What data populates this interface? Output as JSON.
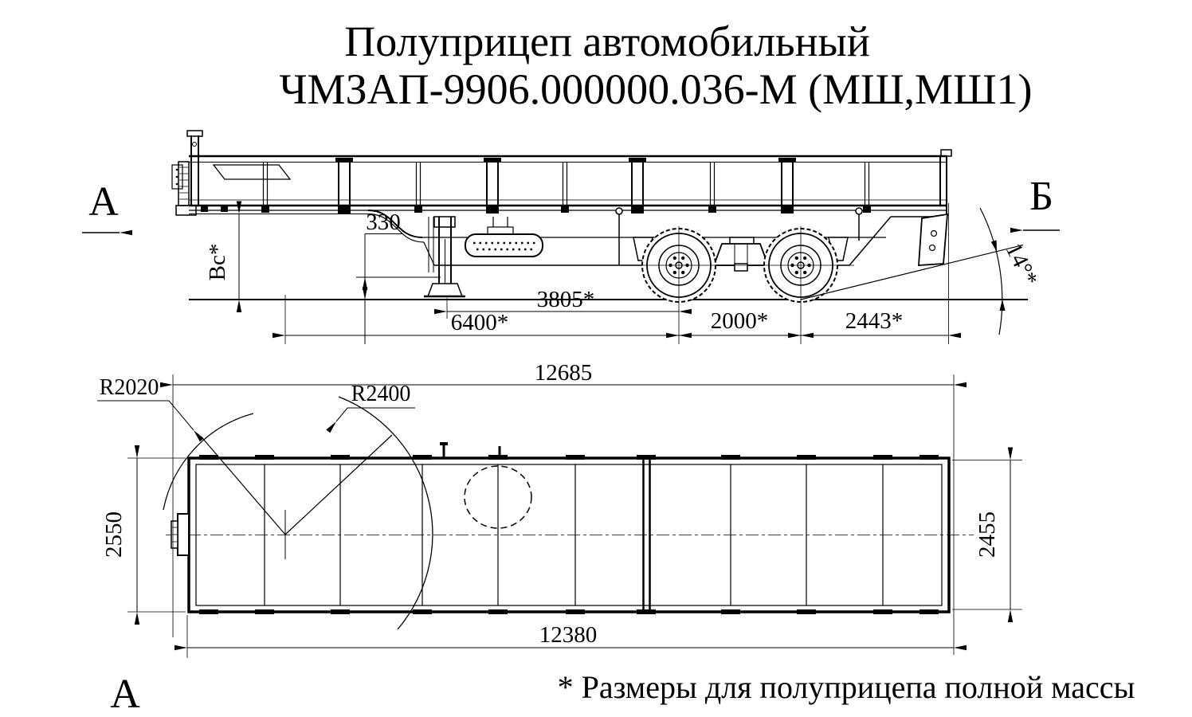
{
  "title": {
    "line1": "Полуприцеп автомобильный",
    "line2": "ЧМЗАП-9906.000000.036-М (МШ,МШ1)"
  },
  "footnote": "* Размеры для полуприцепа полной массы",
  "view_markers": {
    "front_section": "А",
    "rear_section": "Б",
    "plan_view": "А"
  },
  "side_view": {
    "dimensions": {
      "loading_height": "Вс*",
      "ground_clearance": "330",
      "support_leg_to_bogie": "3805*",
      "kingpin_to_bogie": "6400*",
      "axle_spacing": "2000*",
      "rear_overhang": "2443*",
      "departure_angle": "14°*"
    }
  },
  "top_view": {
    "dimensions": {
      "overall_length": "12685",
      "platform_length": "12380",
      "overall_width": "2550",
      "platform_width": "2455",
      "front_swing_radius": "R2020",
      "rear_swing_radius": "R2400"
    }
  },
  "colors": {
    "line": "#000000",
    "background": "#ffffff"
  }
}
